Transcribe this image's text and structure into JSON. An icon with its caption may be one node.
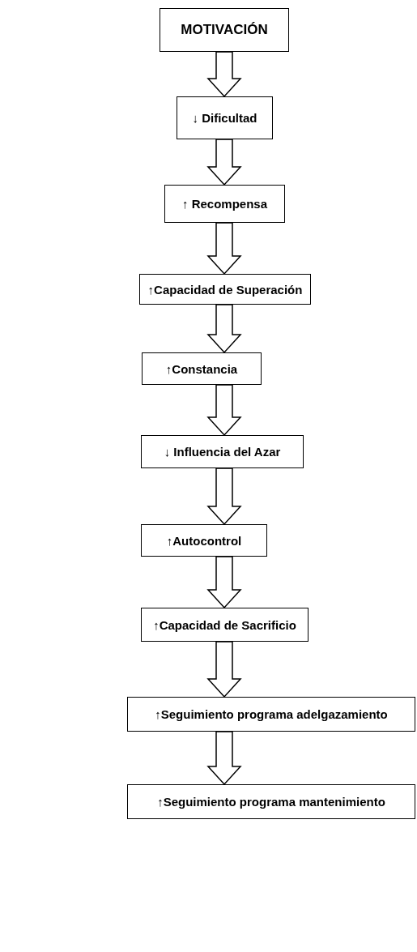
{
  "diagram": {
    "nodes": [
      {
        "text": [
          "MOTIVACIÓN"
        ]
      },
      {
        "text": [
          "↓ Dificultad"
        ]
      },
      {
        "text": [
          "↑ Recompensa"
        ]
      },
      {
        "text": [
          "↑Capacidad de Superación"
        ]
      },
      {
        "text": [
          "↑Constancia"
        ]
      },
      {
        "text": [
          "↓ Influencia del Azar"
        ]
      },
      {
        "text": [
          "↑Autocontrol"
        ]
      },
      {
        "text": [
          "↑Capacidad de Sacrificio"
        ]
      },
      {
        "text": [
          "↑Seguimiento programa adelgazamiento"
        ]
      },
      {
        "text": [
          "↑Seguimiento programa mantenimiento"
        ]
      }
    ],
    "edges": [
      {
        "from": 0,
        "to": 1,
        "arrow": "to"
      },
      {
        "from": 1,
        "to": 2,
        "arrow": "to"
      },
      {
        "from": 2,
        "to": 3,
        "arrow": "to"
      },
      {
        "from": 3,
        "to": 4,
        "arrow": "to"
      },
      {
        "from": 4,
        "to": 5,
        "arrow": "to"
      },
      {
        "from": 5,
        "to": 6,
        "arrow": "to"
      },
      {
        "from": 6,
        "to": 7,
        "arrow": "to"
      },
      {
        "from": 7,
        "to": 8,
        "arrow": "to"
      },
      {
        "from": 8,
        "to": 9,
        "arrow": "to"
      }
    ]
  }
}
